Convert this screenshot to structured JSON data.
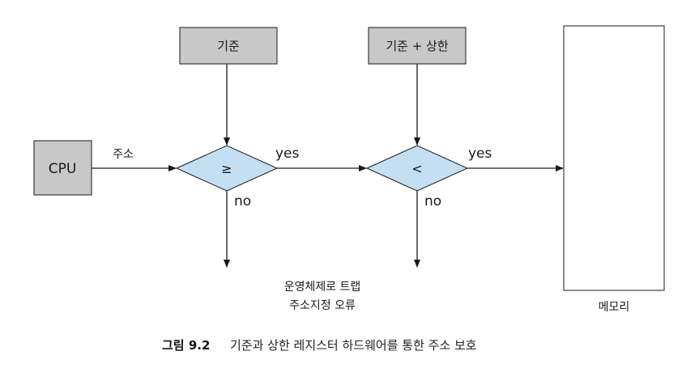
{
  "nodes": {
    "base_box": {
      "label": "기준"
    },
    "limit_box": {
      "label": "기준 + 상한"
    },
    "cpu_box": {
      "label": "CPU"
    },
    "compare_ge": {
      "symbol": "≥"
    },
    "compare_lt": {
      "symbol": "<"
    },
    "memory": {
      "label": "메모리"
    }
  },
  "edges": {
    "address_label": "주소",
    "yes_1": "yes",
    "no_1": "no",
    "yes_2": "yes",
    "no_2": "no"
  },
  "trap": {
    "line1": "운영체제로 트랩",
    "line2": "주소지정 오류"
  },
  "caption": {
    "number": "그림 9.2",
    "text": "기준과 상한 레지스터 하드웨어를 통한 주소 보호"
  },
  "colors": {
    "register_fill": "#c8c8c8",
    "diamond_fill": "#c5dff2",
    "stroke": "#1a1a1a"
  }
}
